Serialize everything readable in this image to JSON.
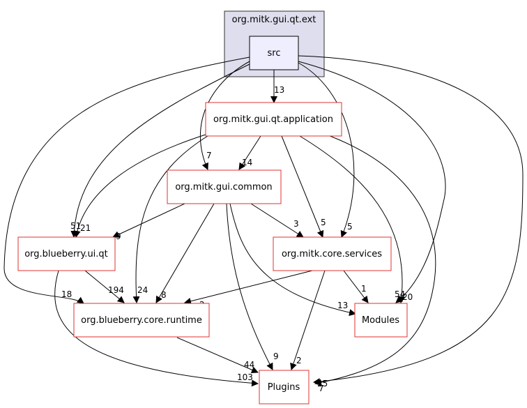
{
  "cluster": {
    "title": "org.mitk.gui.qt.ext"
  },
  "nodes": {
    "src": "src",
    "application": "org.mitk.gui.qt.application",
    "common": "org.mitk.gui.common",
    "uiqt": "org.blueberry.ui.qt",
    "services": "org.mitk.core.services",
    "runtime": "org.blueberry.core.runtime",
    "modules": "Modules",
    "plugins": "Plugins"
  },
  "edge_labels": {
    "src_application": "13",
    "src_common": "7",
    "src_uiqt": "51",
    "src_runtime": "18",
    "src_services": "5",
    "src_modules": "20",
    "src_plugins": "25",
    "app_common": "14",
    "app_uiqt": "21",
    "app_runtime": "24",
    "app_services": "5",
    "app_modules": "54",
    "app_plugins": "7",
    "common_uiqt": "9",
    "common_services": "3",
    "common_runtime": "8",
    "common_modules": "13",
    "common_plugins": "9",
    "uiqt_runtime": "194",
    "uiqt_plugins": "103",
    "services_runtime": "2",
    "services_modules": "1",
    "services_plugins": "2",
    "runtime_plugins": "44"
  },
  "colors": {
    "cluster_fill": "#dedeee",
    "cluster_stroke": "#333333",
    "src_fill": "#eeeeff",
    "node_stroke": "#e03131",
    "edge": "#000000"
  }
}
